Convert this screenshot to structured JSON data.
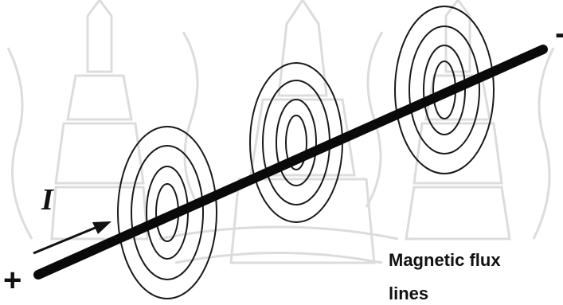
{
  "diagram": {
    "current_label": "I",
    "positive_terminal": "+",
    "negative_terminal": "-",
    "flux_label_line1": "Magnetic flux",
    "flux_label_line2": "lines"
  },
  "colors": {
    "conductor": "#0a0a0a",
    "flux_lines": "#1a1a1a",
    "watermark": "#d9d9d9",
    "background": "#ffffff"
  }
}
